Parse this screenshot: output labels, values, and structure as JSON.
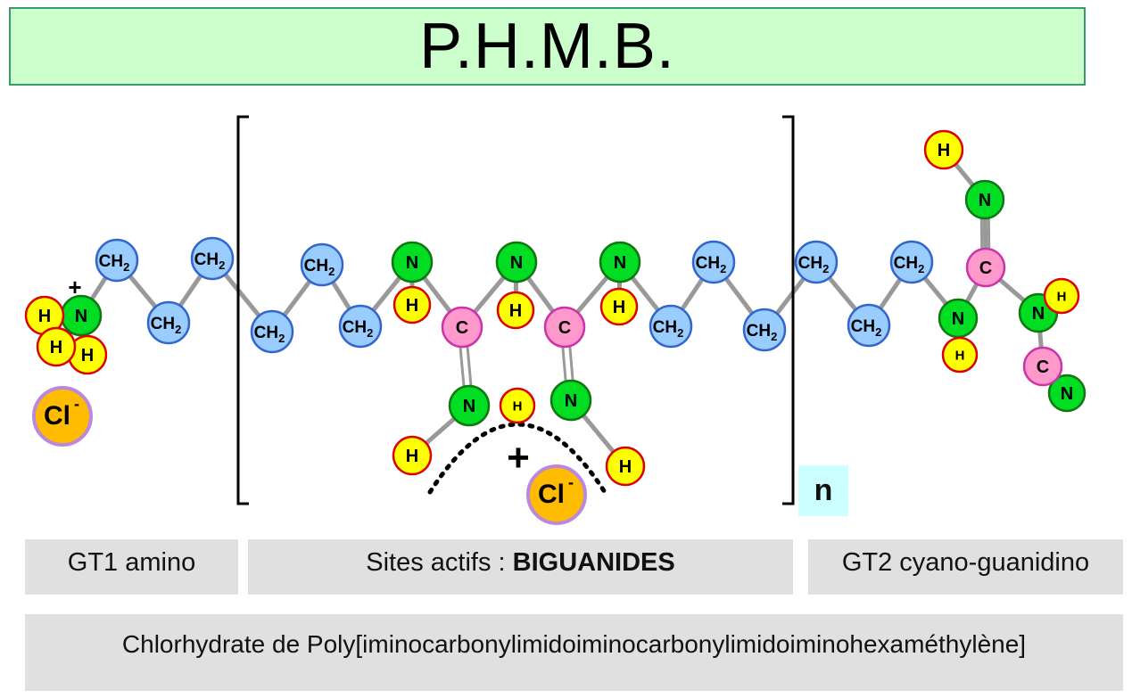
{
  "title": "P.H.M.B.",
  "repeat_subscript": "n",
  "labels": {
    "gt1": "GT1 amino",
    "sites_prefix": "Sites actifs : ",
    "sites_bold": "BIGUANIDES",
    "gt2": "GT2 cyano-guanidino",
    "full_name": "Chlorhydrate de Poly[iminocarbonylimidoiminocarbonylimidoiminohexaméthylène]"
  },
  "charges": {
    "plus": "+",
    "chloride_symbol": "Cl",
    "chloride_charge": "-"
  },
  "atoms": [
    {
      "el": "CH2"
    },
    {
      "el": "CH2"
    },
    {
      "el": "CH2"
    },
    {
      "el": "CH2"
    },
    {
      "el": "CH2"
    },
    {
      "el": "CH2"
    },
    {
      "el": "CH2"
    },
    {
      "el": "CH2"
    },
    {
      "el": "CH2"
    },
    {
      "el": "CH2"
    },
    {
      "el": "CH2"
    },
    {
      "el": "CH2"
    },
    {
      "el": "N"
    },
    {
      "el": "N"
    },
    {
      "el": "N"
    },
    {
      "el": "N"
    },
    {
      "el": "N"
    },
    {
      "el": "N"
    },
    {
      "el": "N"
    },
    {
      "el": "N"
    },
    {
      "el": "N"
    },
    {
      "el": "C"
    },
    {
      "el": "C"
    },
    {
      "el": "C"
    },
    {
      "el": "C"
    },
    {
      "el": "H"
    },
    {
      "el": "H"
    },
    {
      "el": "H"
    },
    {
      "el": "H"
    },
    {
      "el": "H"
    },
    {
      "el": "H"
    },
    {
      "el": "H"
    },
    {
      "el": "H"
    },
    {
      "el": "H"
    },
    {
      "el": "H"
    },
    {
      "el": "H"
    },
    {
      "el": "H"
    },
    {
      "el": "H"
    }
  ],
  "colors": {
    "CH2": {
      "fill": "#99ccff",
      "stroke": "#3366cc"
    },
    "N": {
      "fill": "#00dd22",
      "stroke": "#117711"
    },
    "C": {
      "fill": "#ff99cc",
      "stroke": "#cc33aa"
    },
    "H": {
      "fill": "#ffff00",
      "stroke": "#dd0000"
    },
    "Cl": {
      "fill": "#ffbb00",
      "stroke": "#bb88dd"
    },
    "bond": "#999999",
    "title_bg": "#ccffcc",
    "title_border": "#3a9a6e",
    "label_bg": "#e0e0e0",
    "n_bg": "#ccffff"
  }
}
